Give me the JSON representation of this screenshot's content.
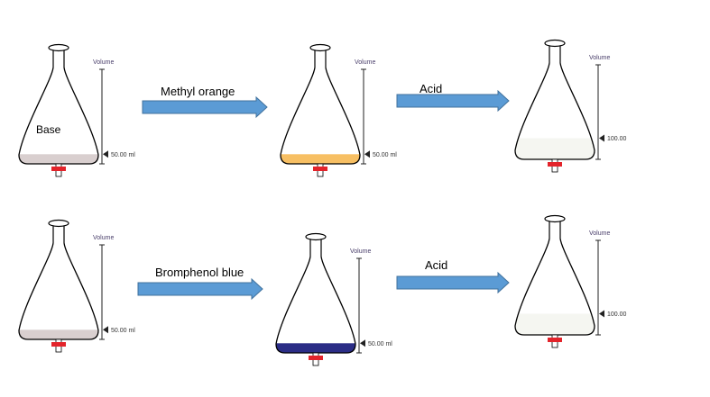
{
  "rows": [
    {
      "flasks": [
        {
          "liquid_color": "#d9cfcf",
          "fill_level": 0.1,
          "reading": "50.00 ml",
          "inner_text": "Base"
        },
        {
          "liquid_color": "#f7bf63",
          "fill_level": 0.1,
          "reading": "50.00 ml"
        },
        {
          "liquid_color": "#f5f6f1",
          "fill_level": 0.22,
          "reading": "100.00"
        }
      ],
      "arrows": [
        {
          "label": "Methyl orange"
        },
        {
          "label": "Acid"
        }
      ]
    },
    {
      "flasks": [
        {
          "liquid_color": "#d9cfcf",
          "fill_level": 0.1,
          "reading": "50.00 ml"
        },
        {
          "liquid_color": "#2b2d86",
          "fill_level": 0.1,
          "reading": "50.00 ml"
        },
        {
          "liquid_color": "#f5f6f1",
          "fill_level": 0.22,
          "reading": "100.00"
        }
      ],
      "arrows": [
        {
          "label": "Bromphenol blue"
        },
        {
          "label": "Acid"
        }
      ]
    }
  ],
  "scale_label": "Volume",
  "colors": {
    "arrow_fill": "#5b9bd5",
    "arrow_stroke": "#41719c",
    "stopcock": "#e3242b",
    "scale": "#222222",
    "glass": "#000000"
  }
}
